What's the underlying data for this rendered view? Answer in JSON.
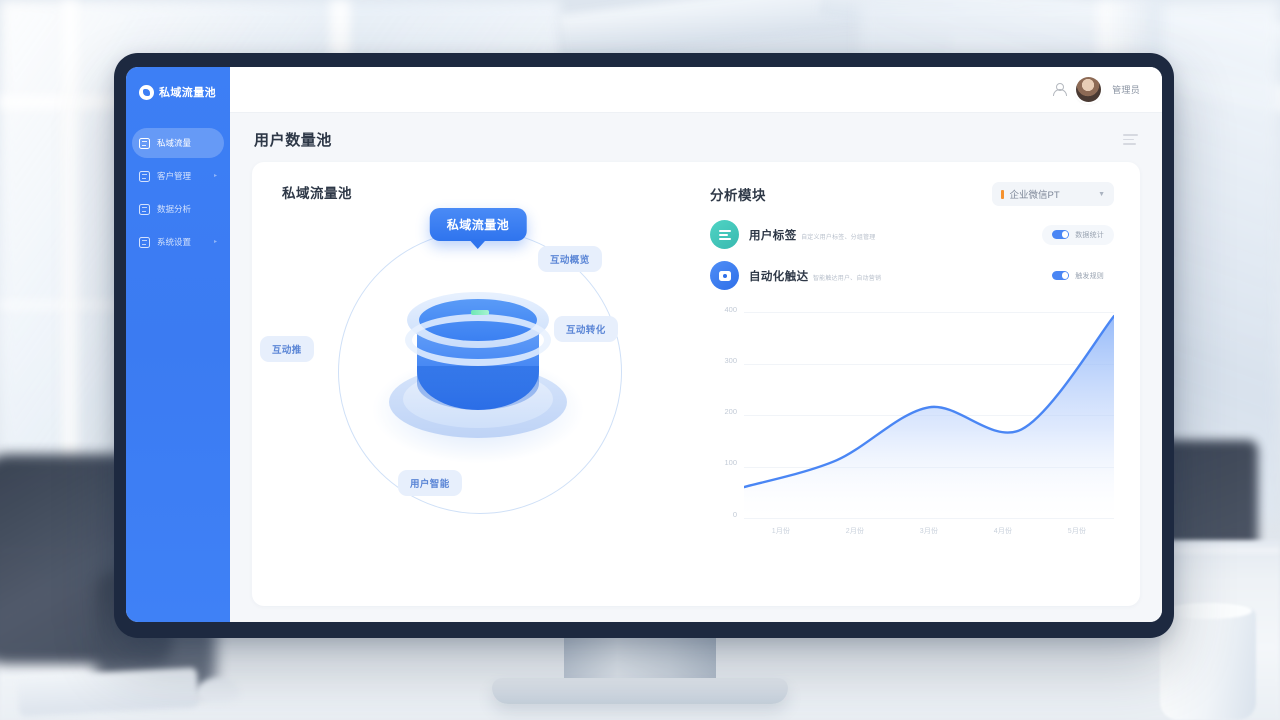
{
  "app": {
    "logo_text": "私域流量池",
    "logo_icon": "logo-mark-icon"
  },
  "sidebar": {
    "items": [
      {
        "label": "私域流量",
        "icon": "dashboard-icon",
        "active": true,
        "has_chevron": false
      },
      {
        "label": "客户管理",
        "icon": "customers-icon",
        "active": false,
        "has_chevron": true
      },
      {
        "label": "数据分析",
        "icon": "analytics-icon",
        "active": false,
        "has_chevron": false
      },
      {
        "label": "系统设置",
        "icon": "settings-icon",
        "active": false,
        "has_chevron": true
      }
    ]
  },
  "topbar": {
    "user_icon": "user-icon",
    "avatar": "user-avatar",
    "user_name": "管理员"
  },
  "page": {
    "title": "用户数量池",
    "menu_icon": "menu-lines-icon"
  },
  "left_panel": {
    "title": "私域流量池",
    "center_tooltip": "私域流量池",
    "pills": [
      {
        "label": "互动推"
      },
      {
        "label": "互动概览"
      },
      {
        "label": "互动转化"
      },
      {
        "label": "用户智能"
      }
    ],
    "illustration_icon": "pool-3d-illustration"
  },
  "right_panel": {
    "title": "分析模块",
    "selector": {
      "value": "企业微信PT",
      "dot_color": "#f5922f",
      "chevron_icon": "chevron-down-icon"
    },
    "features": [
      {
        "name": "用户标签",
        "desc": "自定义用户标签、分组管理",
        "icon": "tag-lines-icon",
        "icon_color": "#4fd4c4",
        "toggle_label": "数据统计",
        "toggle_on": true,
        "boxed": true
      },
      {
        "name": "自动化触达",
        "desc": "智能触达用户、自动营销",
        "icon": "message-icon",
        "icon_color": "#4f8ef7",
        "toggle_label": "触发规则",
        "toggle_on": true,
        "boxed": false
      }
    ]
  },
  "chart_data": {
    "type": "area",
    "title": "",
    "xlabel": "",
    "ylabel": "",
    "categories": [
      "1月份",
      "2月份",
      "3月份",
      "4月份",
      "5月份"
    ],
    "values": [
      60,
      112,
      215,
      172,
      392
    ],
    "ytick_labels": [
      "400",
      "300",
      "200",
      "100",
      "0"
    ],
    "ylim": [
      0,
      400
    ],
    "grid": true,
    "legend": "none",
    "line_color": "#4a86f4",
    "fill_from": "#85aff8",
    "fill_to": "#ffffff"
  },
  "colors": {
    "brand_blue": "#3d7ff5",
    "bezel": "#1d2940",
    "screen_bg": "#f5f7fa",
    "card_bg": "#ffffff",
    "pill_bg": "#e7effc",
    "pill_text": "#5b86d6"
  }
}
